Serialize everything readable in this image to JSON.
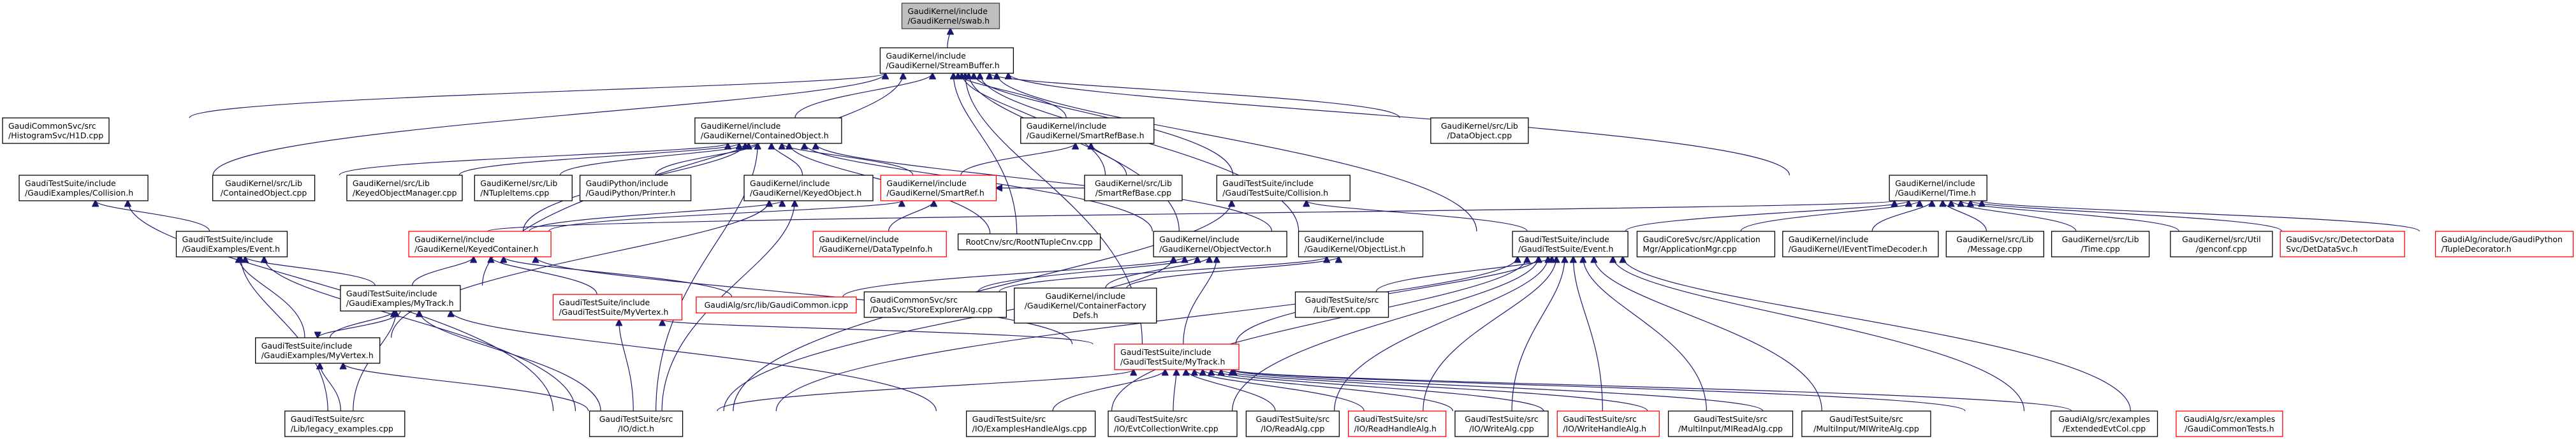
{
  "diagram": {
    "title": "GaudiKernel/include/GaudiKernel/swab.h include dependency graph",
    "colors": {
      "edge": "#191970",
      "root_fill": "#bfbfbf",
      "highlight_border": "#ff0000",
      "default_border": "#000000"
    },
    "nodes": [
      {
        "id": "swab",
        "lines": [
          "GaudiKernel/include",
          "/GaudiKernel/swab.h"
        ],
        "style": "root"
      },
      {
        "id": "streambuffer",
        "lines": [
          "GaudiKernel/include",
          "/GaudiKernel/StreamBuffer.h"
        ],
        "style": "normal"
      },
      {
        "id": "h1d",
        "lines": [
          "GaudiCommonSvc/src",
          "/HistogramSvc/H1D.cpp"
        ],
        "style": "normal"
      },
      {
        "id": "collision_ex",
        "lines": [
          "GaudiTestSuite/include",
          "/GaudiExamples/Collision.h"
        ],
        "style": "normal"
      },
      {
        "id": "containedobject_h",
        "lines": [
          "GaudiKernel/include",
          "/GaudiKernel/ContainedObject.h"
        ],
        "style": "normal"
      },
      {
        "id": "smartrefbase_h",
        "lines": [
          "GaudiKernel/include",
          "/GaudiKernel/SmartRefBase.h"
        ],
        "style": "normal"
      },
      {
        "id": "dataobject_cpp",
        "lines": [
          "GaudiKernel/src/Lib",
          "/DataObject.cpp"
        ],
        "style": "normal"
      },
      {
        "id": "containedobject_cpp",
        "lines": [
          "GaudiKernel/src/Lib",
          "/ContainedObject.cpp"
        ],
        "style": "normal"
      },
      {
        "id": "keyedobjectmanager",
        "lines": [
          "GaudiKernel/src/Lib",
          "/KeyedObjectManager.cpp"
        ],
        "style": "normal"
      },
      {
        "id": "ntupleitems",
        "lines": [
          "GaudiKernel/src/Lib",
          "/NTupleItems.cpp"
        ],
        "style": "normal"
      },
      {
        "id": "printer",
        "lines": [
          "GaudiPython/include",
          "/GaudiPython/Printer.h"
        ],
        "style": "normal"
      },
      {
        "id": "keyedobject",
        "lines": [
          "GaudiKernel/include",
          "/GaudiKernel/KeyedObject.h"
        ],
        "style": "normal"
      },
      {
        "id": "smartref",
        "lines": [
          "GaudiKernel/include",
          "/GaudiKernel/SmartRef.h"
        ],
        "style": "red"
      },
      {
        "id": "smartrefbase_cpp",
        "lines": [
          "GaudiKernel/src/Lib",
          "/SmartRefBase.cpp"
        ],
        "style": "normal"
      },
      {
        "id": "collision_ts",
        "lines": [
          "GaudiTestSuite/include",
          "/GaudiTestSuite/Collision.h"
        ],
        "style": "normal"
      },
      {
        "id": "time_h",
        "lines": [
          "GaudiKernel/include",
          "/GaudiKernel/Time.h"
        ],
        "style": "normal"
      },
      {
        "id": "event_ex",
        "lines": [
          "GaudiTestSuite/include",
          "/GaudiExamples/Event.h"
        ],
        "style": "normal"
      },
      {
        "id": "keyedcontainer",
        "lines": [
          "GaudiKernel/include",
          "/GaudiKernel/KeyedContainer.h"
        ],
        "style": "red"
      },
      {
        "id": "datatypeinfo",
        "lines": [
          "GaudiKernel/include",
          "/GaudiKernel/DataTypeInfo.h"
        ],
        "style": "red"
      },
      {
        "id": "rootntuplecnv",
        "lines": [
          "RootCnv/src/RootNTupleCnv.cpp"
        ],
        "style": "normal"
      },
      {
        "id": "objectvector",
        "lines": [
          "GaudiKernel/include",
          "/GaudiKernel/ObjectVector.h"
        ],
        "style": "normal"
      },
      {
        "id": "objectlist",
        "lines": [
          "GaudiKernel/include",
          "/GaudiKernel/ObjectList.h"
        ],
        "style": "normal"
      },
      {
        "id": "event_ts",
        "lines": [
          "GaudiTestSuite/include",
          "/GaudiTestSuite/Event.h"
        ],
        "style": "normal"
      },
      {
        "id": "appmgr",
        "lines": [
          "GaudiCoreSvc/src/Application",
          "Mgr/ApplicationMgr.cpp"
        ],
        "style": "normal"
      },
      {
        "id": "ieventtimedecoder",
        "lines": [
          "GaudiKernel/include",
          "/GaudiKernel/IEventTimeDecoder.h"
        ],
        "style": "normal"
      },
      {
        "id": "message_cpp",
        "lines": [
          "GaudiKernel/src/Lib",
          "/Message.cpp"
        ],
        "style": "normal"
      },
      {
        "id": "time_cpp",
        "lines": [
          "GaudiKernel/src/Lib",
          "/Time.cpp"
        ],
        "style": "normal"
      },
      {
        "id": "genconf",
        "lines": [
          "GaudiKernel/src/Util",
          "/genconf.cpp"
        ],
        "style": "normal"
      },
      {
        "id": "detdatasvc",
        "lines": [
          "GaudiSvc/src/DetectorData",
          "Svc/DetDataSvc.h"
        ],
        "style": "red"
      },
      {
        "id": "tupledecorator",
        "lines": [
          "GaudiAlg/include/GaudiPython",
          "/TupleDecorator.h"
        ],
        "style": "red"
      },
      {
        "id": "mytrack_ex",
        "lines": [
          "GaudiTestSuite/include",
          "/GaudiExamples/MyTrack.h"
        ],
        "style": "normal"
      },
      {
        "id": "myvertex_ts",
        "lines": [
          "GaudiTestSuite/include",
          "/GaudiTestSuite/MyVertex.h"
        ],
        "style": "red"
      },
      {
        "id": "gaudicommon_icpp",
        "lines": [
          "GaudiAlg/src/lib/GaudiCommon.icpp"
        ],
        "style": "red"
      },
      {
        "id": "storeexplorer",
        "lines": [
          "GaudiCommonSvc/src",
          "/DataSvc/StoreExplorerAlg.cpp"
        ],
        "style": "normal"
      },
      {
        "id": "containerfactory",
        "lines": [
          "GaudiKernel/include",
          "/GaudiKernel/ContainerFactory",
          "Defs.h"
        ],
        "style": "normal"
      },
      {
        "id": "lib_event_cpp",
        "lines": [
          "GaudiTestSuite/src",
          "/Lib/Event.cpp"
        ],
        "style": "normal"
      },
      {
        "id": "myvertex_ex",
        "lines": [
          "GaudiTestSuite/include",
          "/GaudiExamples/MyVertex.h"
        ],
        "style": "normal"
      },
      {
        "id": "mytrack_ts",
        "lines": [
          "GaudiTestSuite/include",
          "/GaudiTestSuite/MyTrack.h"
        ],
        "style": "red"
      },
      {
        "id": "legacy_examples",
        "lines": [
          "GaudiTestSuite/src",
          "/Lib/legacy_examples.cpp"
        ],
        "style": "normal"
      },
      {
        "id": "dict_h",
        "lines": [
          "GaudiTestSuite/src",
          "/IO/dict.h"
        ],
        "style": "normal"
      },
      {
        "id": "exampleshandlealgs",
        "lines": [
          "GaudiTestSuite/src",
          "/IO/ExamplesHandleAlgs.cpp"
        ],
        "style": "normal"
      },
      {
        "id": "evtcollectionwrite",
        "lines": [
          "GaudiTestSuite/src",
          "/IO/EvtCollectionWrite.cpp"
        ],
        "style": "normal"
      },
      {
        "id": "readalg",
        "lines": [
          "GaudiTestSuite/src",
          "/IO/ReadAlg.cpp"
        ],
        "style": "normal"
      },
      {
        "id": "readhandlealg",
        "lines": [
          "GaudiTestSuite/src",
          "/IO/ReadHandleAlg.h"
        ],
        "style": "red"
      },
      {
        "id": "writealg",
        "lines": [
          "GaudiTestSuite/src",
          "/IO/WriteAlg.cpp"
        ],
        "style": "normal"
      },
      {
        "id": "writehandlealg",
        "lines": [
          "GaudiTestSuite/src",
          "/IO/WriteHandleAlg.h"
        ],
        "style": "red"
      },
      {
        "id": "mireadalg",
        "lines": [
          "GaudiTestSuite/src",
          "/MultiInput/MIReadAlg.cpp"
        ],
        "style": "normal"
      },
      {
        "id": "miwritealg",
        "lines": [
          "GaudiTestSuite/src",
          "/MultiInput/MIWriteAlg.cpp"
        ],
        "style": "normal"
      },
      {
        "id": "extendedevtcol",
        "lines": [
          "GaudiAlg/src/examples",
          "/ExtendedEvtCol.cpp"
        ],
        "style": "normal"
      },
      {
        "id": "gaudicommontests",
        "lines": [
          "GaudiAlg/src/examples",
          "/GaudiCommonTests.h"
        ],
        "style": "red"
      }
    ],
    "edges": [
      [
        "streambuffer",
        "swab"
      ],
      [
        "h1d",
        "streambuffer"
      ],
      [
        "collision_ex",
        "streambuffer"
      ],
      [
        "containedobject_h",
        "streambuffer"
      ],
      [
        "smartrefbase_h",
        "streambuffer"
      ],
      [
        "dataobject_cpp",
        "streambuffer"
      ],
      [
        "smartrefbase_cpp",
        "streambuffer"
      ],
      [
        "collision_ts",
        "streambuffer"
      ],
      [
        "time_h",
        "streambuffer"
      ],
      [
        "event_ts",
        "streambuffer"
      ],
      [
        "rootntuplecnv",
        "streambuffer"
      ],
      [
        "objectvector",
        "streambuffer"
      ],
      [
        "objectlist",
        "streambuffer"
      ],
      [
        "mytrack_ex",
        "streambuffer"
      ],
      [
        "mytrack_ts",
        "streambuffer"
      ],
      [
        "containedobject_cpp",
        "containedobject_h"
      ],
      [
        "keyedobjectmanager",
        "containedobject_h"
      ],
      [
        "ntupleitems",
        "containedobject_h"
      ],
      [
        "printer",
        "containedobject_h"
      ],
      [
        "keyedobject",
        "containedobject_h"
      ],
      [
        "smartref",
        "containedobject_h"
      ],
      [
        "keyedcontainer",
        "containedobject_h"
      ],
      [
        "objectvector",
        "containedobject_h"
      ],
      [
        "objectlist",
        "containedobject_h"
      ],
      [
        "rootntuplecnv",
        "containedobject_h"
      ],
      [
        "dict_h",
        "containedobject_h"
      ],
      [
        "smartref",
        "smartrefbase_h"
      ],
      [
        "smartrefbase_cpp",
        "smartrefbase_h"
      ],
      [
        "keyedcontainer",
        "keyedobject"
      ],
      [
        "myvertex_ex",
        "keyedobject"
      ],
      [
        "dict_h",
        "keyedobject"
      ],
      [
        "datatypeinfo",
        "smartref"
      ],
      [
        "smartrefbase_cpp",
        "smartref"
      ],
      [
        "keyedcontainer",
        "smartref"
      ],
      [
        "event_ex",
        "collision_ex"
      ],
      [
        "dict_h",
        "collision_ex"
      ],
      [
        "event_ts",
        "collision_ts"
      ],
      [
        "dict_h",
        "collision_ts"
      ],
      [
        "event_ex",
        "time_h"
      ],
      [
        "event_ts",
        "time_h"
      ],
      [
        "appmgr",
        "time_h"
      ],
      [
        "ieventtimedecoder",
        "time_h"
      ],
      [
        "message_cpp",
        "time_h"
      ],
      [
        "time_cpp",
        "time_h"
      ],
      [
        "genconf",
        "time_h"
      ],
      [
        "detdatasvc",
        "time_h"
      ],
      [
        "tupledecorator",
        "time_h"
      ],
      [
        "mytrack_ex",
        "event_ex"
      ],
      [
        "myvertex_ex",
        "event_ex"
      ],
      [
        "legacy_examples",
        "event_ex"
      ],
      [
        "dict_h",
        "event_ex"
      ],
      [
        "mytrack_ex",
        "keyedcontainer"
      ],
      [
        "myvertex_ts",
        "keyedcontainer"
      ],
      [
        "gaudicommon_icpp",
        "keyedcontainer"
      ],
      [
        "mytrack_ts",
        "keyedcontainer"
      ],
      [
        "gaudicommon_icpp",
        "objectvector"
      ],
      [
        "storeexplorer",
        "objectvector"
      ],
      [
        "containerfactory",
        "objectvector"
      ],
      [
        "mytrack_ts",
        "objectvector"
      ],
      [
        "dict_h",
        "objectvector"
      ],
      [
        "storeexplorer",
        "objectlist"
      ],
      [
        "containerfactory",
        "objectlist"
      ],
      [
        "lib_event_cpp",
        "event_ts"
      ],
      [
        "mytrack_ts",
        "event_ts"
      ],
      [
        "dict_h",
        "event_ts"
      ],
      [
        "exampleshandlealgs",
        "event_ts"
      ],
      [
        "evtcollectionwrite",
        "event_ts"
      ],
      [
        "readalg",
        "event_ts"
      ],
      [
        "readhandlealg",
        "event_ts"
      ],
      [
        "writealg",
        "event_ts"
      ],
      [
        "writehandlealg",
        "event_ts"
      ],
      [
        "mireadalg",
        "event_ts"
      ],
      [
        "miwritealg",
        "event_ts"
      ],
      [
        "extendedevtcol",
        "event_ts"
      ],
      [
        "gaudicommontests",
        "event_ts"
      ],
      [
        "myvertex_ex",
        "mytrack_ex"
      ],
      [
        "legacy_examples",
        "mytrack_ex"
      ],
      [
        "dict_h",
        "mytrack_ex"
      ],
      [
        "exampleshandlealgs",
        "mytrack_ex"
      ],
      [
        "mytrack_ts",
        "myvertex_ts"
      ],
      [
        "dict_h",
        "myvertex_ts"
      ],
      [
        "mytrack_ex",
        "myvertex_ex"
      ],
      [
        "legacy_examples",
        "myvertex_ex"
      ],
      [
        "dict_h",
        "myvertex_ex"
      ],
      [
        "dict_h",
        "mytrack_ts"
      ],
      [
        "exampleshandlealgs",
        "mytrack_ts"
      ],
      [
        "evtcollectionwrite",
        "mytrack_ts"
      ],
      [
        "readalg",
        "mytrack_ts"
      ],
      [
        "readhandlealg",
        "mytrack_ts"
      ],
      [
        "writealg",
        "mytrack_ts"
      ],
      [
        "writehandlealg",
        "mytrack_ts"
      ],
      [
        "mireadalg",
        "mytrack_ts"
      ],
      [
        "miwritealg",
        "mytrack_ts"
      ],
      [
        "extendedevtcol",
        "mytrack_ts"
      ],
      [
        "gaudicommontests",
        "mytrack_ts"
      ]
    ]
  }
}
